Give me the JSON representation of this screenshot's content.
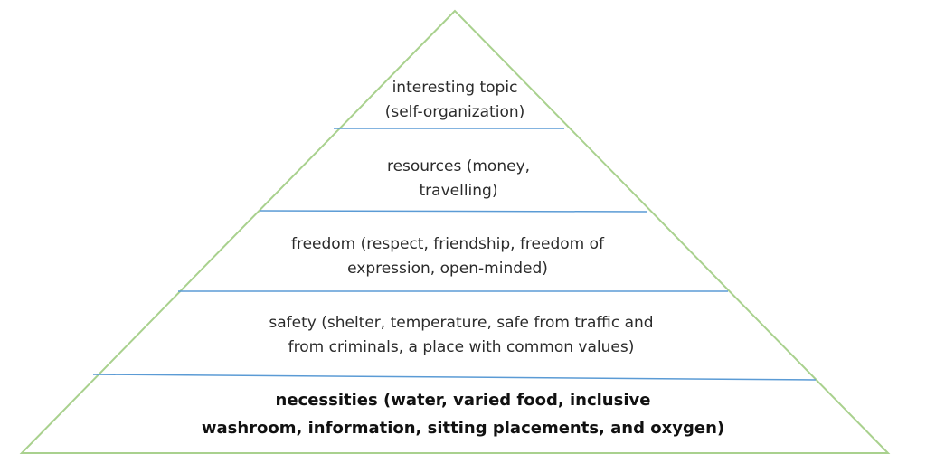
{
  "colors": {
    "outline": "#a9d18e",
    "divider": "#5b9bd5",
    "text": "#2b2b2b"
  },
  "tiers": [
    {
      "line1": "interesting topic",
      "line2": "(self-organization)"
    },
    {
      "line1": "resources (money,",
      "line2": "travelling)"
    },
    {
      "line1": "freedom (respect, friendship, freedom of",
      "line2": "expression, open-minded)"
    },
    {
      "line1": "safety (shelter, temperature, safe from traffic and",
      "line2": "from criminals, a place with common values)"
    },
    {
      "line1": "necessities (water, varied food, inclusive",
      "line2": "washroom, information, sitting placements, and oxygen)"
    }
  ]
}
